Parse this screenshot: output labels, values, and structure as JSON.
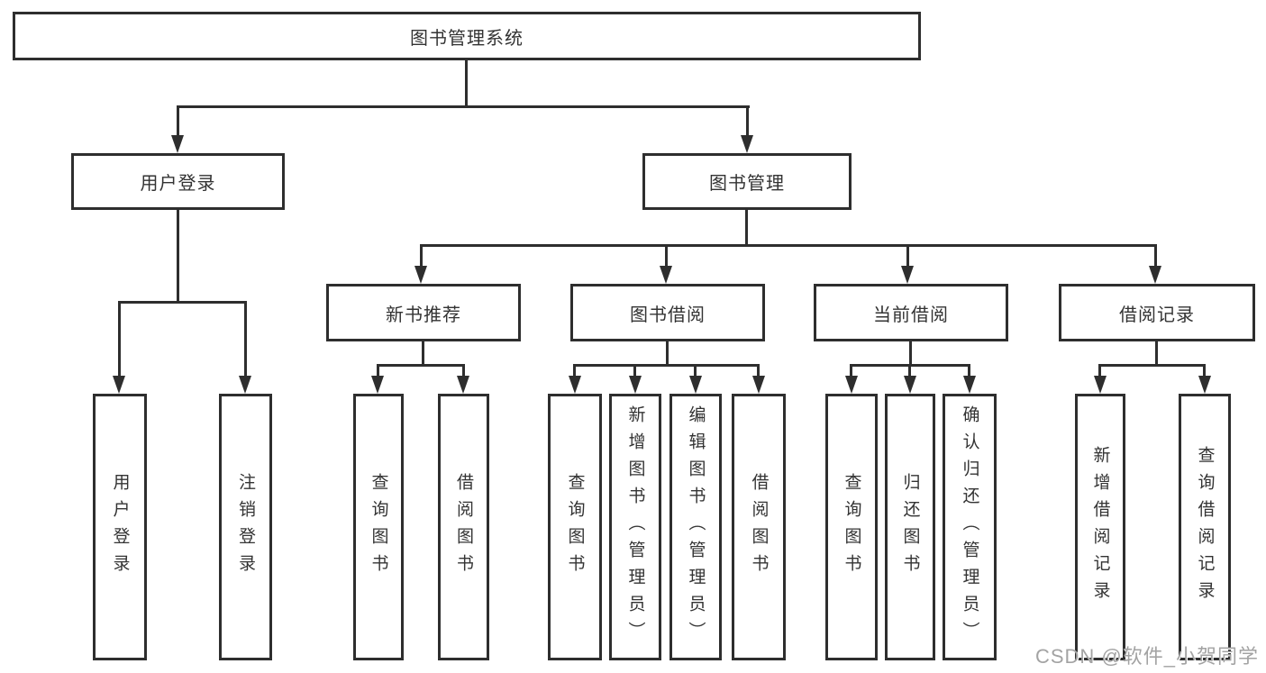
{
  "root": {
    "label": "图书管理系统"
  },
  "branches": {
    "user_login": {
      "label": "用户登录",
      "children": [
        {
          "label": "用户登录"
        },
        {
          "label": "注销登录"
        }
      ]
    },
    "book_mgmt": {
      "label": "图书管理",
      "children": [
        {
          "label": "新书推荐",
          "children": [
            {
              "label": "查询图书"
            },
            {
              "label": "借阅图书"
            }
          ]
        },
        {
          "label": "图书借阅",
          "children": [
            {
              "label": "查询图书"
            },
            {
              "label": "新增图书（管理员）"
            },
            {
              "label": "编辑图书（管理员）"
            },
            {
              "label": "借阅图书"
            }
          ]
        },
        {
          "label": "当前借阅",
          "children": [
            {
              "label": "查询图书"
            },
            {
              "label": "归还图书"
            },
            {
              "label": "确认归还（管理员）"
            }
          ]
        },
        {
          "label": "借阅记录",
          "children": [
            {
              "label": "新增借阅记录"
            },
            {
              "label": "查询借阅记录"
            }
          ]
        }
      ]
    }
  },
  "watermark": "CSDN @软件_小贺同学",
  "colors": {
    "line": "#2e2e2e",
    "text": "#333333",
    "watermark_text": "#a3a3a3",
    "background": "#ffffff"
  }
}
